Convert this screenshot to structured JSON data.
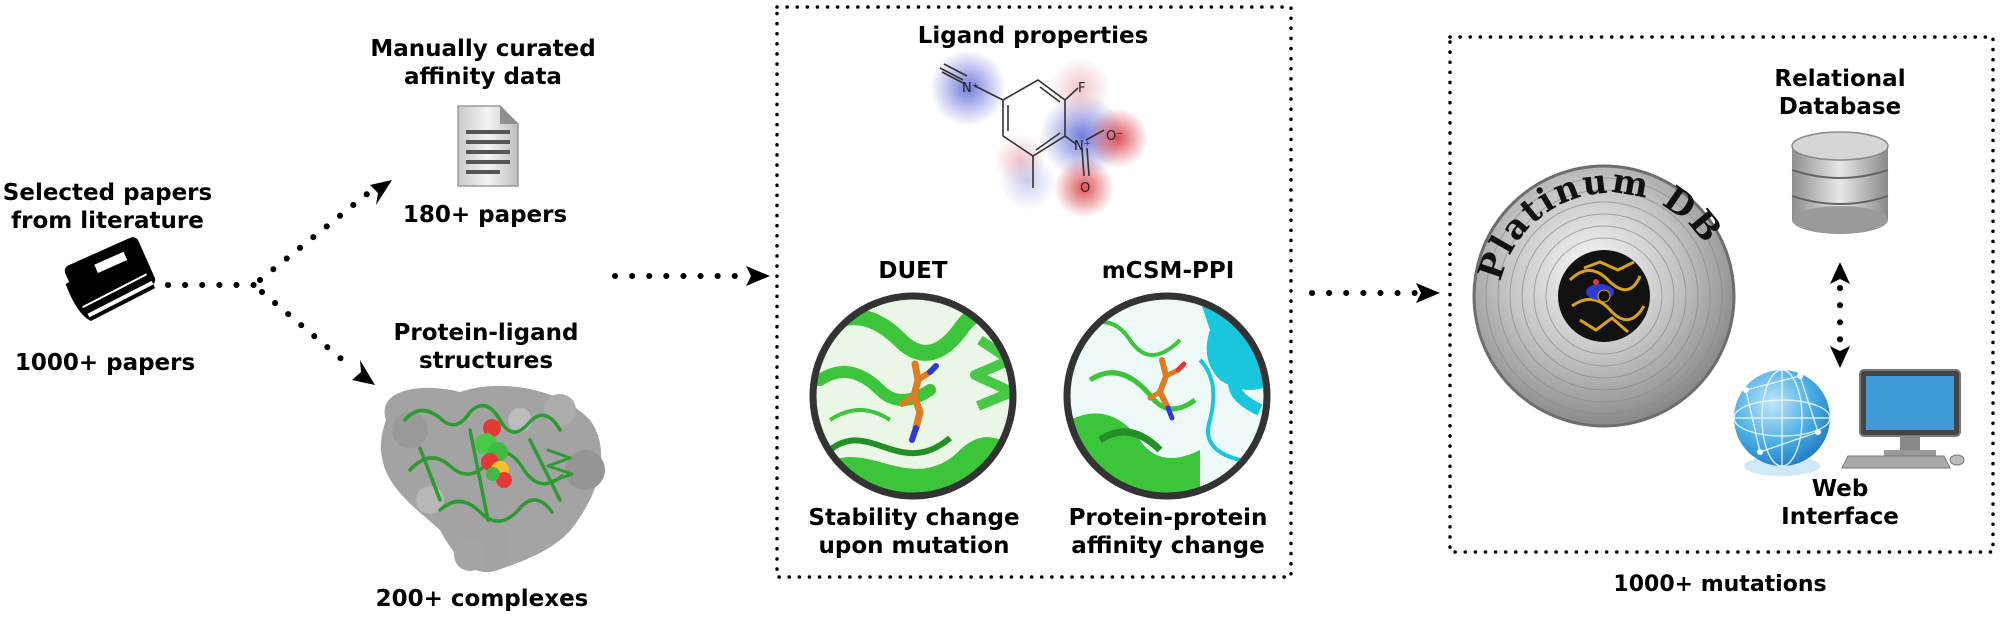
{
  "literature": {
    "title": "Selected papers\nfrom literature",
    "count": "1000+ papers"
  },
  "curated": {
    "title": "Manually curated\naffinity data",
    "count": "180+ papers"
  },
  "structures": {
    "title": "Protein-ligand\nstructures",
    "count": "200+ complexes"
  },
  "middle": {
    "ligand_title": "Ligand properties",
    "duet_title": "DUET",
    "duet_caption": "Stability change\nupon mutation",
    "mcsm_title": "mCSM-PPI",
    "mcsm_caption": "Protein-protein\naffinity change"
  },
  "molecule_atoms": {
    "n_plus": "N⁺",
    "f": "F",
    "n_nitro": "N⁺",
    "o_minus": "O⁻",
    "o": "O"
  },
  "platinum": {
    "disc_label": "Platinum DB",
    "db_title": "Relational\nDatabase",
    "web_title": "Web\nInterface",
    "count": "1000+ mutations"
  },
  "colors": {
    "protein_green": "#3cc43a",
    "cyan_chain": "#19c6dc",
    "ligand_orange": "#e07b22",
    "gold": "#d9a21a",
    "monitor_blue": "#3e9ad6"
  }
}
